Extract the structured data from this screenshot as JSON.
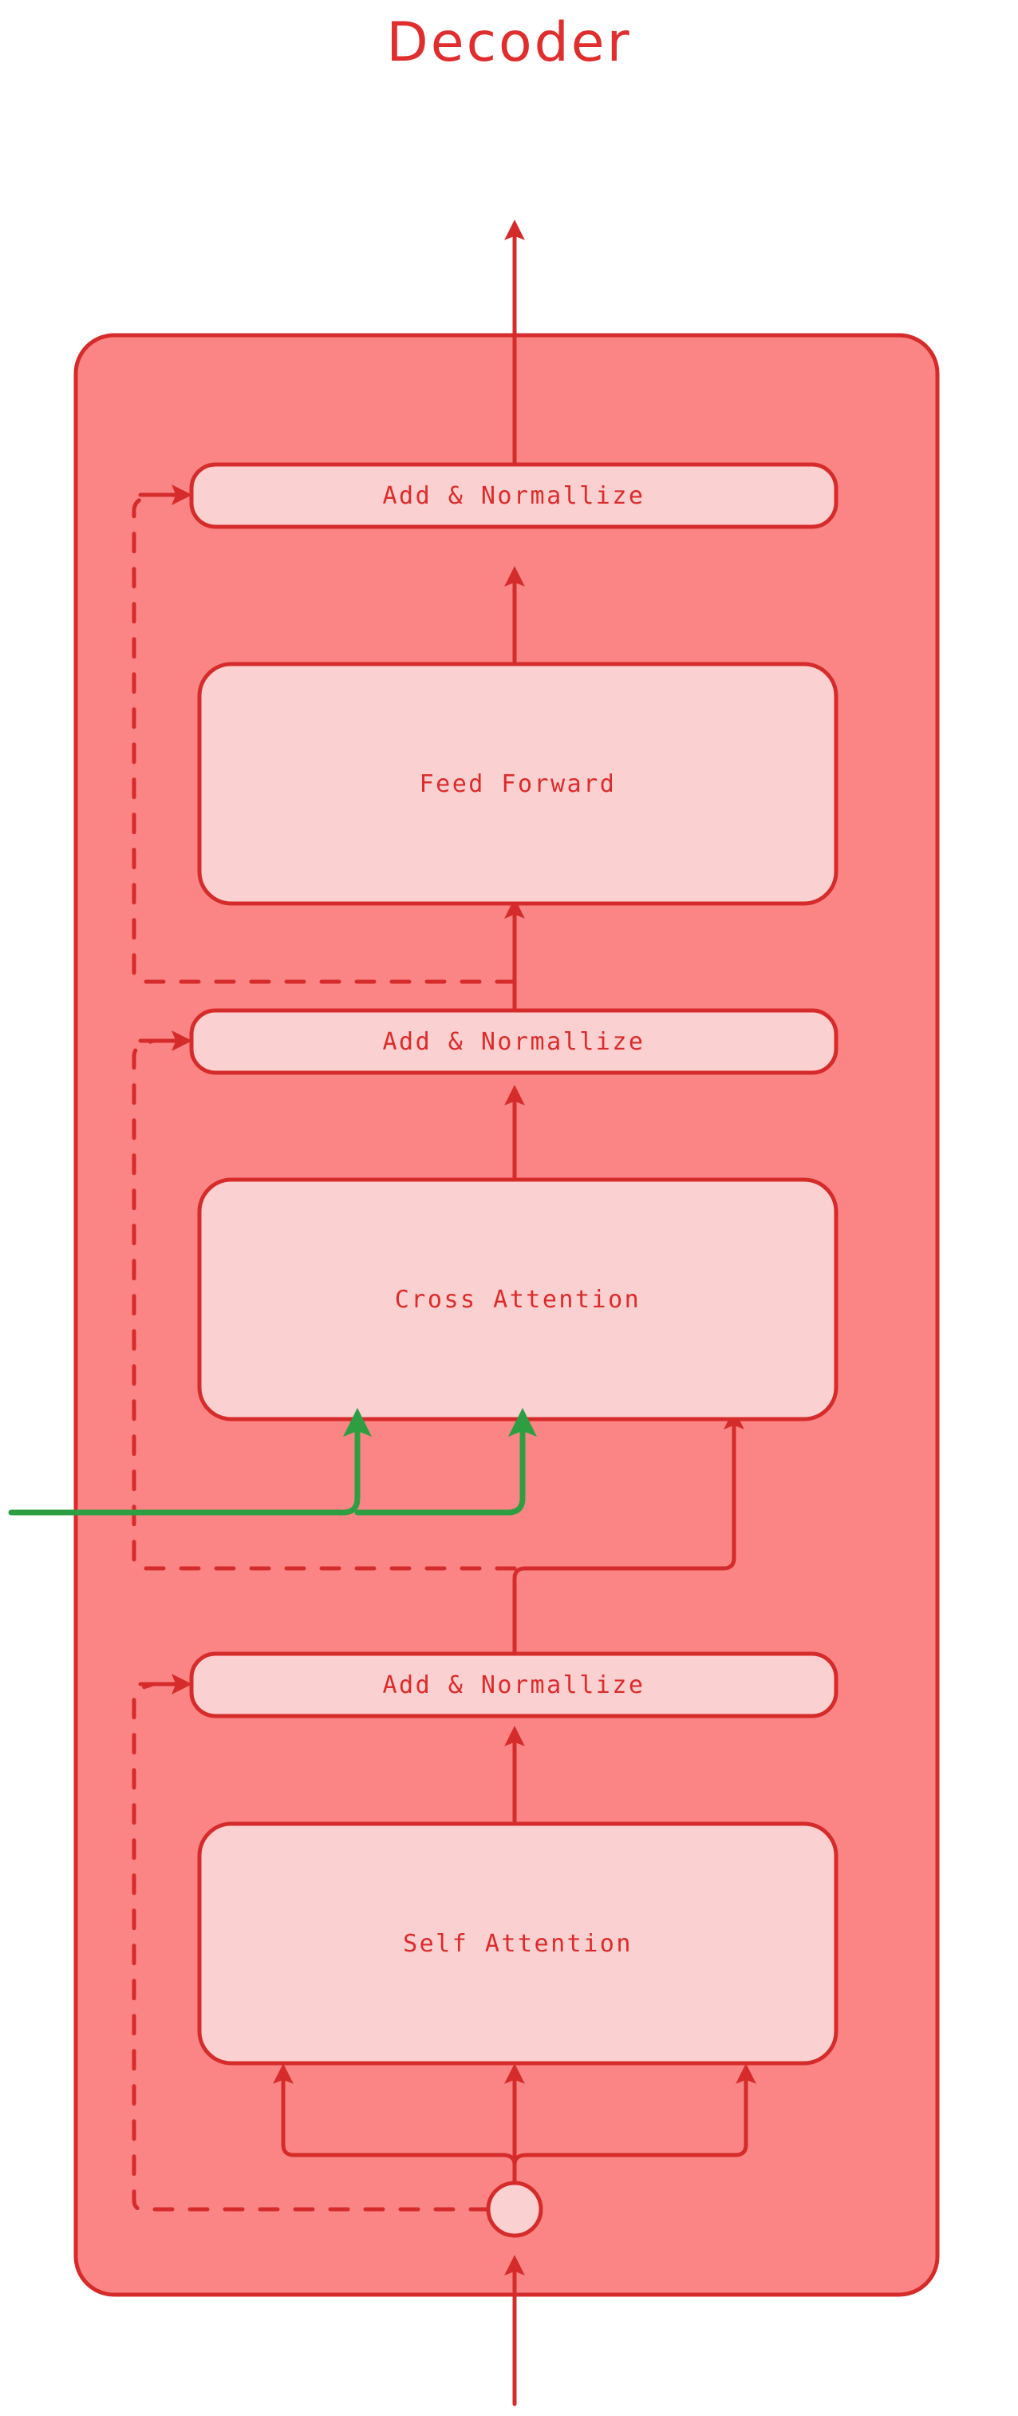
{
  "diagram": {
    "title": "Decoder",
    "type": "transformer-decoder-block",
    "colors": {
      "title_red": "#e02d2d",
      "stroke_red": "#d62b2b",
      "outer_fill": "#fb8585",
      "inner_fill": "#fbd0d0",
      "cross_attention_green": "#2e9e42",
      "background": "#ffffff"
    },
    "blocks": [
      {
        "id": "add-norm-top",
        "label": "Add & Normallize",
        "kind": "add-norm"
      },
      {
        "id": "feed-forward",
        "label": "Feed Forward",
        "kind": "sublayer"
      },
      {
        "id": "add-norm-middle",
        "label": "Add & Normallize",
        "kind": "add-norm"
      },
      {
        "id": "cross-attention",
        "label": "Cross Attention",
        "kind": "sublayer"
      },
      {
        "id": "add-norm-bottom",
        "label": "Add & Normallize",
        "kind": "add-norm"
      },
      {
        "id": "self-attention",
        "label": "Self Attention",
        "kind": "sublayer"
      }
    ],
    "connections": [
      {
        "id": "input-arrow",
        "kind": "arrow",
        "color": "#d62b2b",
        "from": "below-diagram",
        "to": "input-node"
      },
      {
        "id": "output-arrow",
        "kind": "arrow",
        "color": "#d62b2b",
        "from": "add-norm-top",
        "to": "above-diagram"
      },
      {
        "id": "residual-top",
        "kind": "dashed-arrow",
        "color": "#d62b2b",
        "from": "add-norm-middle",
        "to": "add-norm-top"
      },
      {
        "id": "residual-middle",
        "kind": "dashed-arrow",
        "color": "#d62b2b",
        "from": "add-norm-bottom",
        "to": "add-norm-middle"
      },
      {
        "id": "residual-bottom",
        "kind": "dashed-arrow",
        "color": "#d62b2b",
        "from": "input-node",
        "to": "add-norm-bottom"
      },
      {
        "id": "encoder-output-left",
        "kind": "arrow",
        "color": "#2e9e42",
        "from": "encoder-output",
        "to": "cross-attention"
      },
      {
        "id": "encoder-output-right",
        "kind": "arrow",
        "color": "#2e9e42",
        "from": "encoder-output",
        "to": "cross-attention"
      },
      {
        "id": "self-attn-to-cross",
        "kind": "arrow",
        "color": "#d62b2b",
        "from": "add-norm-bottom",
        "to": "cross-attention"
      },
      {
        "id": "qkv-left",
        "kind": "arrow",
        "color": "#d62b2b",
        "from": "input-node",
        "to": "self-attention"
      },
      {
        "id": "qkv-center",
        "kind": "arrow",
        "color": "#d62b2b",
        "from": "input-node",
        "to": "self-attention"
      },
      {
        "id": "qkv-right",
        "kind": "arrow",
        "color": "#d62b2b",
        "from": "input-node",
        "to": "self-attention"
      }
    ],
    "nodes": [
      {
        "id": "input-node",
        "kind": "circle",
        "label": ""
      }
    ]
  }
}
